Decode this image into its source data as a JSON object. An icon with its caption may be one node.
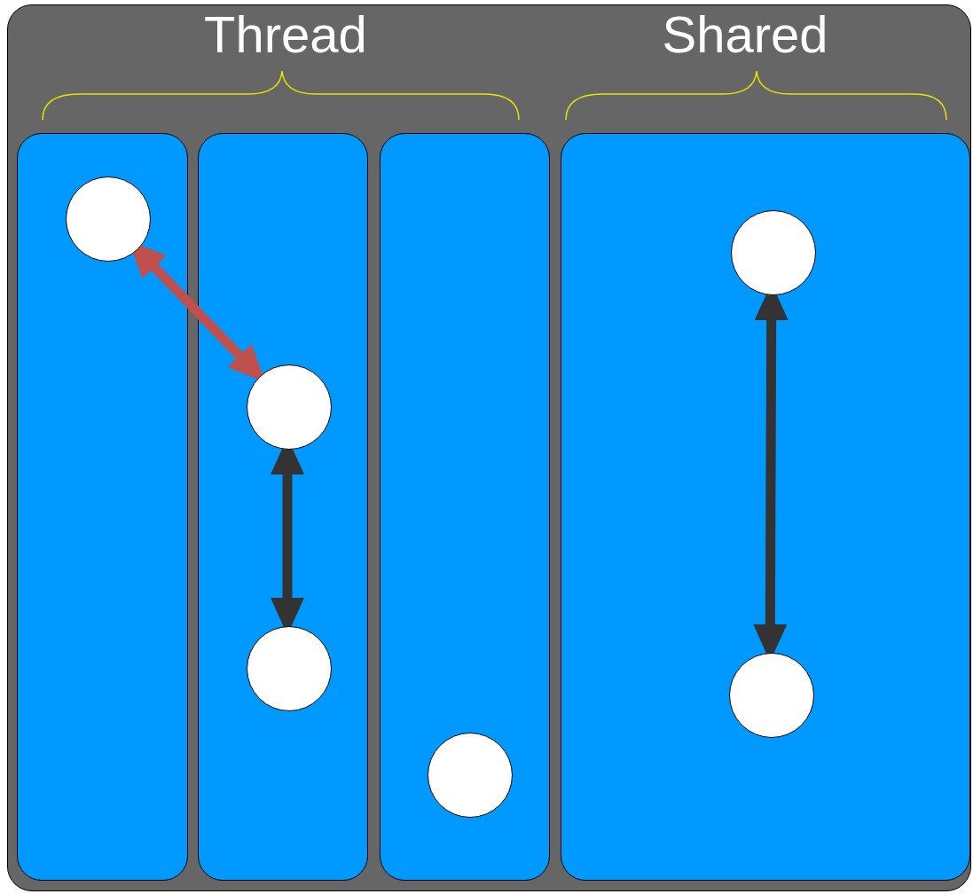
{
  "diagram": {
    "nodes": [
      {
        "text": [],
        "shape": "box"
      },
      {
        "text": [],
        "shape": "box",
        "in": 0
      },
      {
        "text": [],
        "shape": "box",
        "in": 0
      },
      {
        "text": [],
        "shape": "box",
        "in": 0
      },
      {
        "text": [],
        "shape": "box",
        "in": 0
      },
      {
        "text": [],
        "shape": "circle",
        "in": 1
      },
      {
        "text": [],
        "shape": "circle",
        "in": 2
      },
      {
        "text": [],
        "shape": "circle",
        "in": 2
      },
      {
        "text": [],
        "shape": "circle",
        "in": 3
      },
      {
        "text": [],
        "shape": "circle",
        "in": 4
      },
      {
        "text": [],
        "shape": "circle",
        "in": 4
      }
    ],
    "edges": [
      {
        "from": 5,
        "to": 6,
        "arrow": "both",
        "color": "#c0504d"
      },
      {
        "from": 6,
        "to": 7,
        "arrow": "both"
      },
      {
        "from": 9,
        "to": 10,
        "arrow": "both"
      }
    ],
    "labels": [
      "Thread",
      "Shared"
    ]
  }
}
